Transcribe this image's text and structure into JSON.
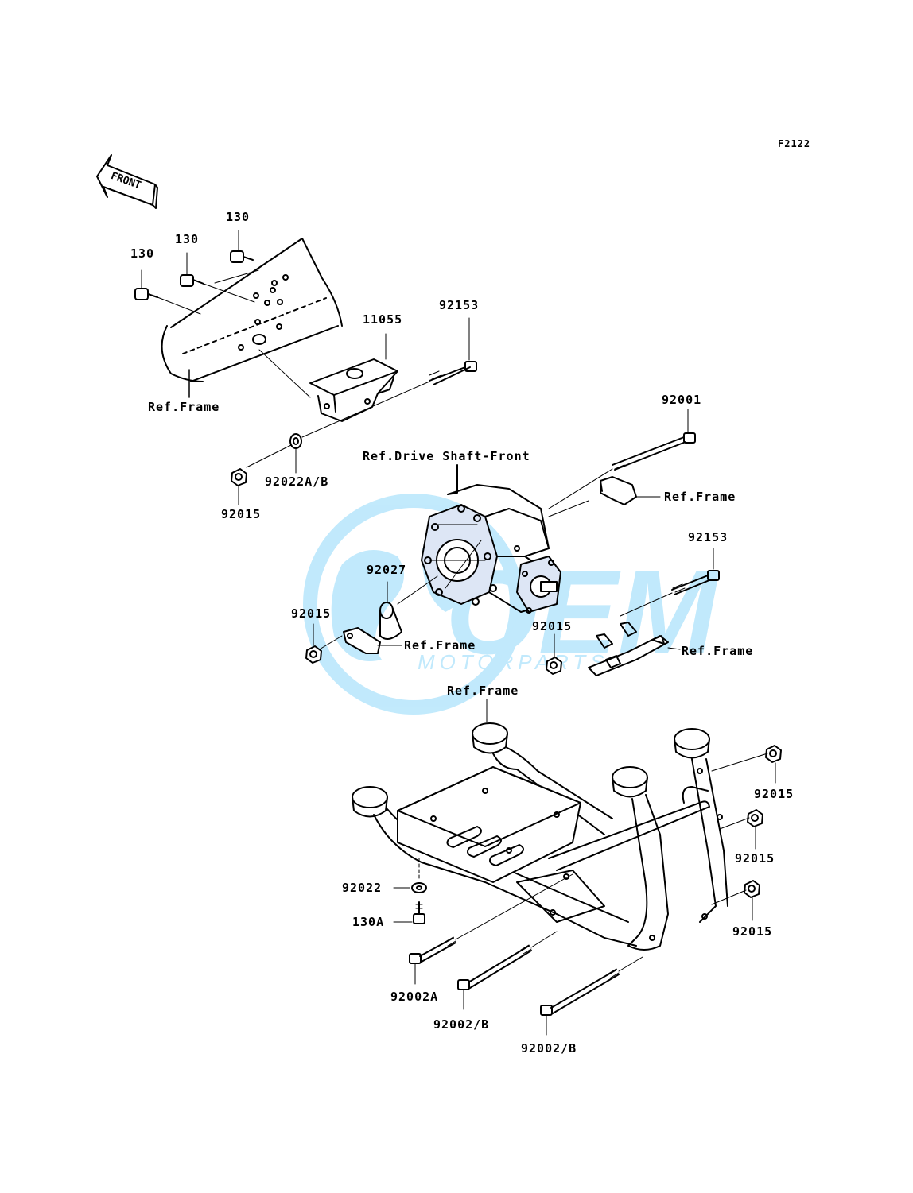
{
  "diagram": {
    "code": "F2122",
    "front_marker": "FRONT",
    "watermark": {
      "brand": "OEM",
      "sub": "MOTORPARTS",
      "color": "#4fc3f7"
    },
    "labels": {
      "bolt_130_a": "130",
      "bolt_130_b": "130",
      "bolt_130_c": "130",
      "bracket_11055": "11055",
      "bolt_92153_top": "92153",
      "ref_frame_top_left": "Ref.Frame",
      "washer_92022ab": "92022A/B",
      "nut_92015_left_top": "92015",
      "ref_drive_shaft": "Ref.Drive Shaft-Front",
      "bolt_92001": "92001",
      "ref_frame_right_top": "Ref.Frame",
      "bolt_92153_right": "92153",
      "collar_92027": "92027",
      "nut_92015_mid_left": "92015",
      "ref_frame_mid_left": "Ref.Frame",
      "nut_92015_mid_right": "92015",
      "ref_frame_mid_right": "Ref.Frame",
      "ref_frame_lower": "Ref.Frame",
      "nut_92015_r1": "92015",
      "nut_92015_r2": "92015",
      "nut_92015_r3": "92015",
      "washer_92022": "92022",
      "bolt_130a": "130A",
      "bolt_92002a": "92002A",
      "bolt_92002b_1": "92002/B",
      "bolt_92002b_2": "92002/B"
    }
  }
}
